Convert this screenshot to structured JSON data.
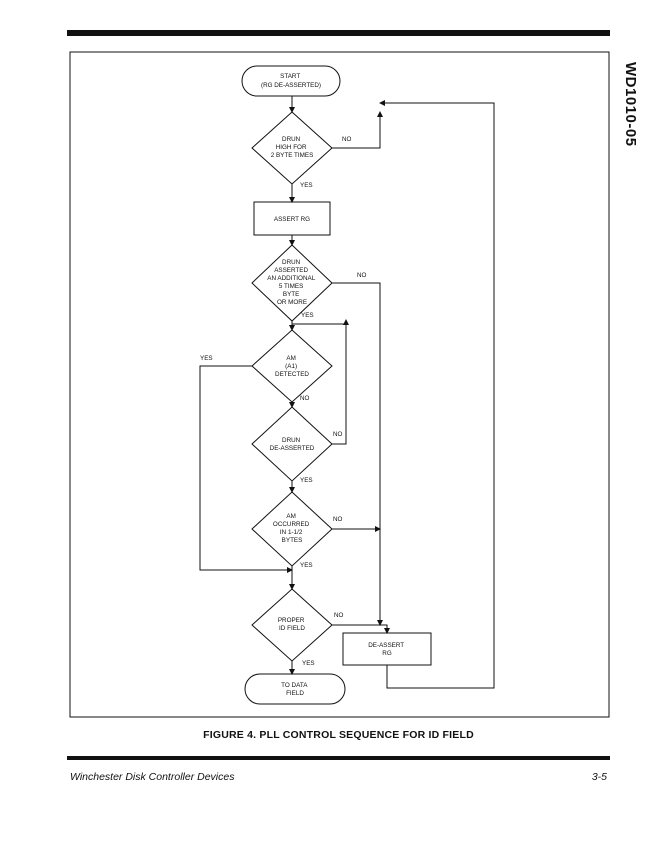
{
  "page": {
    "side_label": "WD1010-05",
    "caption": "FIGURE 4. PLL CONTROL SEQUENCE FOR ID FIELD",
    "footer_left": "Winchester Disk Controller Devices",
    "footer_right": "3-5"
  },
  "flowchart": {
    "start": [
      "START",
      "(RG DE-ASSERTED)"
    ],
    "d1": [
      "DRUN",
      "HIGH FOR",
      "2 BYTE TIMES"
    ],
    "assert": "ASSERT RG",
    "d2": [
      "DRUN",
      "ASSERTED",
      "AN ADDITIONAL",
      "5 TIMES",
      "BYTE",
      "OR MORE"
    ],
    "d3": [
      "AM",
      "(A1)",
      "DETECTED"
    ],
    "d4": [
      "DRUN",
      "DE-ASSERTED"
    ],
    "d5": [
      "AM",
      "OCCURRED",
      "IN 1-1/2",
      "BYTES"
    ],
    "d6": [
      "PROPER",
      "ID FIELD"
    ],
    "deassert": [
      "DE-ASSERT",
      "RG"
    ],
    "end": [
      "TO DATA",
      "FIELD"
    ],
    "labels": {
      "yes": "YES",
      "no": "NO"
    }
  }
}
